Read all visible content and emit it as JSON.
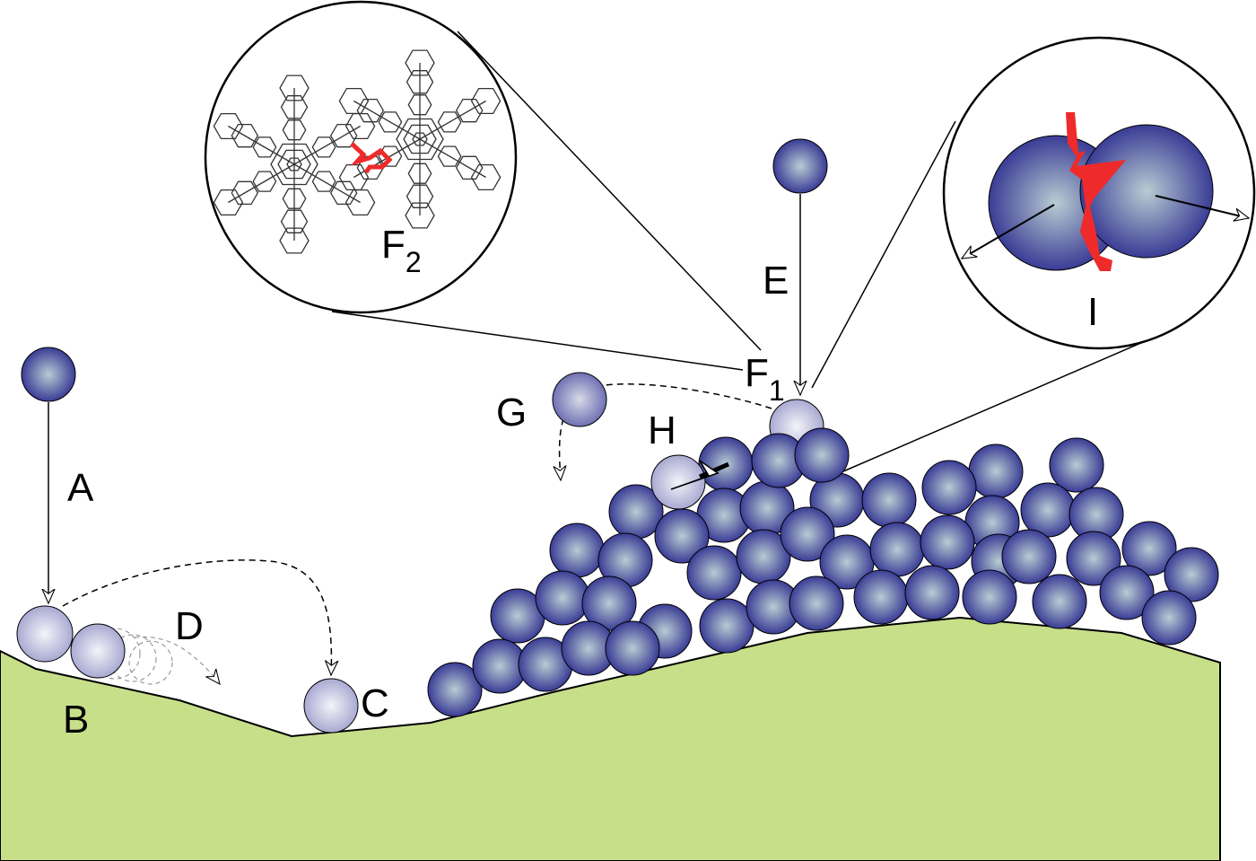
{
  "labels": {
    "A": "A",
    "B": "B",
    "C": "C",
    "D": "D",
    "E": "E",
    "F1_main": "F",
    "F1_sub": "1",
    "F2_main": "F",
    "F2_sub": "2",
    "G": "G",
    "H": "H",
    "I": "I"
  },
  "colors": {
    "ground": "#c8df8a",
    "sphere_dark": "#3a3c95",
    "sphere_center": "#b9ccd3",
    "sphere_light": "#a9a9d2",
    "fracture": "#ee2a2a"
  }
}
